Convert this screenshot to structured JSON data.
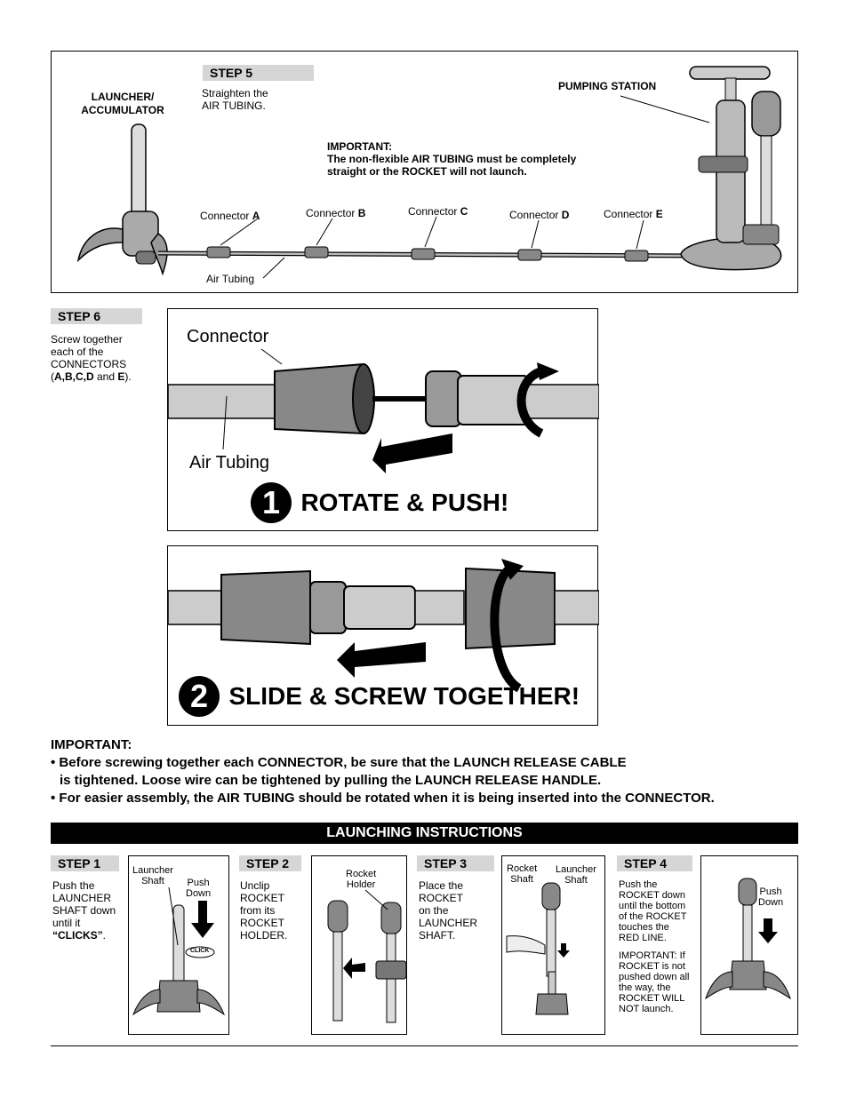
{
  "step5": {
    "tag": "STEP 5",
    "text1": "Straighten the",
    "text2": "AIR TUBING.",
    "launcher_label1": "LAUNCHER/",
    "launcher_label2": "ACCUMULATOR",
    "pumping_label": "PUMPING STATION",
    "important_title": "IMPORTANT:",
    "important_line1": "The non-flexible AIR TUBING must be completely",
    "important_line2": "straight or the ROCKET will not launch.",
    "connector_word": "Connector",
    "connectors": [
      "A",
      "B",
      "C",
      "D",
      "E"
    ],
    "air_tubing": "Air Tubing"
  },
  "step6": {
    "tag": "STEP 6",
    "text1": "Screw together",
    "text2": "each of the",
    "text3": "CONNECTORS",
    "text4_open": "(",
    "text4_letters": "A,B,C,D",
    "text4_and": " and ",
    "text4_e": "E",
    "text4_close": ").",
    "panel1_connector": "Connector",
    "panel1_air": "Air Tubing",
    "panel1_num": "1",
    "panel1_title": "ROTATE & PUSH!",
    "panel2_num": "2",
    "panel2_title": "SLIDE & SCREW TOGETHER!"
  },
  "important": {
    "title": "IMPORTANT:",
    "bullet1a": "• Before screwing together each CONNECTOR, be sure that the LAUNCH RELEASE CABLE",
    "bullet1b": "is tightened. Loose wire can be tightened by pulling the LAUNCH RELEASE HANDLE.",
    "bullet2": "• For easier assembly, the AIR TUBING should be rotated when it is being inserted into the CONNECTOR."
  },
  "launching": {
    "banner": "LAUNCHING INSTRUCTIONS",
    "step1": {
      "tag": "STEP 1",
      "l1": "Push the",
      "l2": "LAUNCHER",
      "l3": "SHAFT down",
      "l4": "until it",
      "l5": "“CLICKS”",
      "l5b": ".",
      "fig_a1": "Launcher",
      "fig_a2": "Shaft",
      "fig_b1": "Push",
      "fig_b2": "Down",
      "click": "CLICK"
    },
    "step2": {
      "tag": "STEP 2",
      "l1": "Unclip",
      "l2": "ROCKET",
      "l3": "from its",
      "l4": "ROCKET",
      "l5": "HOLDER.",
      "fig1": "Rocket",
      "fig2": "Holder"
    },
    "step3": {
      "tag": "STEP 3",
      "l1": "Place the",
      "l2": "ROCKET",
      "l3": "on the",
      "l4": "LAUNCHER",
      "l5": "SHAFT.",
      "fig_a1": "Rocket",
      "fig_a2": "Shaft",
      "fig_b1": "Launcher",
      "fig_b2": "Shaft"
    },
    "step4": {
      "tag": "STEP 4",
      "l1": "Push the",
      "l2": "ROCKET down",
      "l3": "until the bottom",
      "l4": "of the ROCKET",
      "l5": "touches the",
      "l6": "RED LINE.",
      "m1": "IMPORTANT: If",
      "m2": "ROCKET is not",
      "m3": "pushed down all",
      "m4": "the way, the",
      "m5": "ROCKET WILL",
      "m6": "NOT launch.",
      "fig1": "Push",
      "fig2": "Down"
    }
  }
}
